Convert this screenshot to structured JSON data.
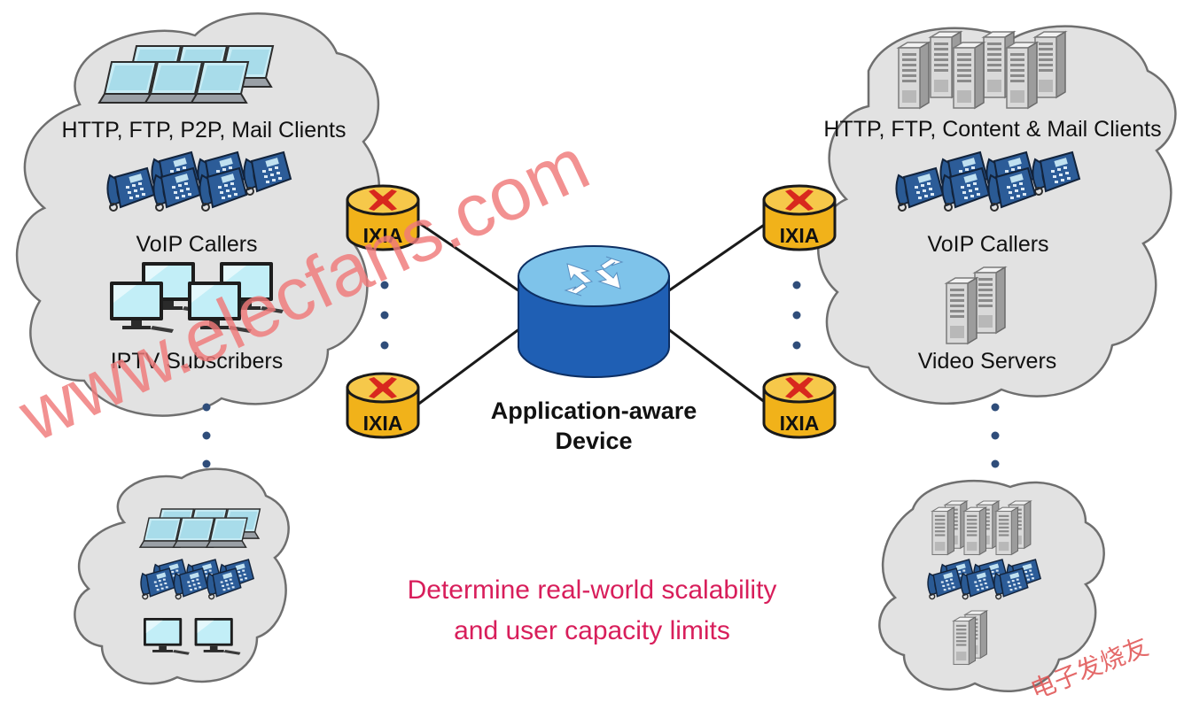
{
  "diagram": {
    "left_cloud": {
      "clients_label": "HTTP, FTP, P2P, Mail Clients",
      "voip_label": "VoIP Callers",
      "iptv_label": "IPTV Subscribers"
    },
    "right_cloud": {
      "clients_label": "HTTP, FTP, Content & Mail Clients",
      "voip_label": "VoIP Callers",
      "video_label": "Video Servers"
    },
    "device": {
      "line1": "Application-aware",
      "line2": "Device"
    },
    "ixia_label": "IXIA",
    "caption": {
      "line1": "Determine real-world scalability",
      "line2": "and user capacity limits"
    }
  },
  "watermark": {
    "site": "www.elecfans.com",
    "brand": "电子发烧友"
  },
  "colors": {
    "cloud_fill": "#e2e2e2",
    "cloud_stroke": "#6f6f6f",
    "router_blue": "#1f5fb4",
    "ixia_gold": "#f1b21a",
    "ixia_x": "#d8281e",
    "caption": "#d81e5b",
    "phone_blue": "#244f86",
    "screen": "#c2eef7"
  },
  "icons": [
    "laptop-icon",
    "ip-phone-icon",
    "monitor-icon",
    "server-icon",
    "router-icon",
    "ixia-test-port-icon"
  ]
}
